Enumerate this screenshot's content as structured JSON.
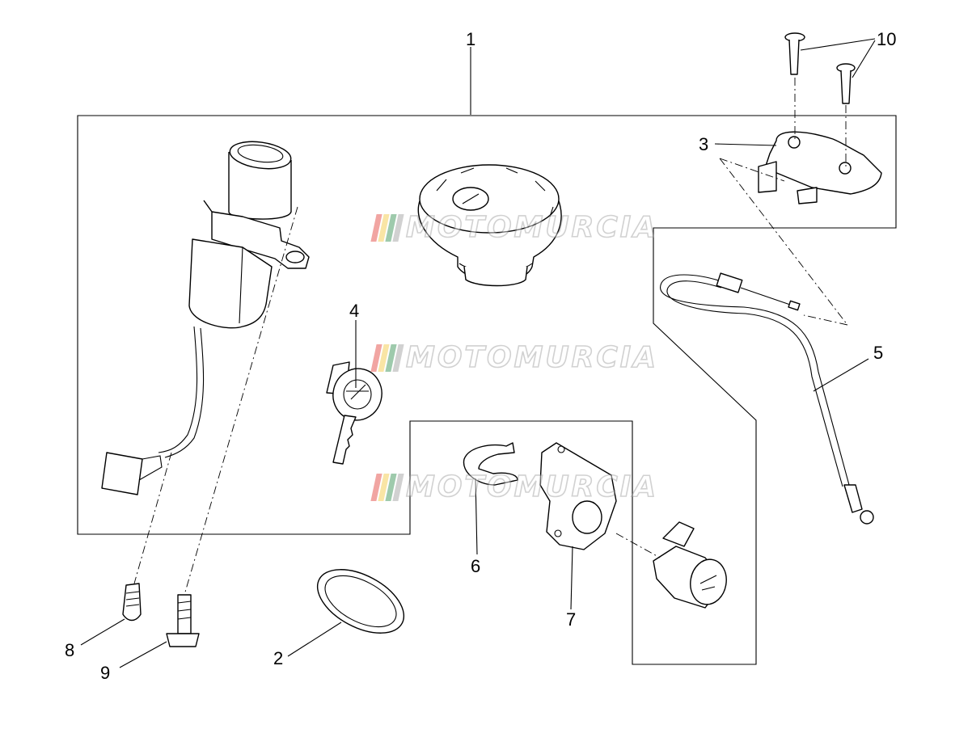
{
  "watermark": {
    "text": "MOTOMURCIA",
    "stripe_colors": [
      "#e23a32",
      "#f3c63a",
      "#2a8c4a",
      "#9a9a9a"
    ]
  },
  "callouts": [
    {
      "id": "1",
      "label": "1"
    },
    {
      "id": "2",
      "label": "2"
    },
    {
      "id": "3",
      "label": "3"
    },
    {
      "id": "4",
      "label": "4"
    },
    {
      "id": "5",
      "label": "5"
    },
    {
      "id": "6",
      "label": "6"
    },
    {
      "id": "7",
      "label": "7"
    },
    {
      "id": "8",
      "label": "8"
    },
    {
      "id": "9",
      "label": "9"
    },
    {
      "id": "10",
      "label": "10"
    }
  ]
}
